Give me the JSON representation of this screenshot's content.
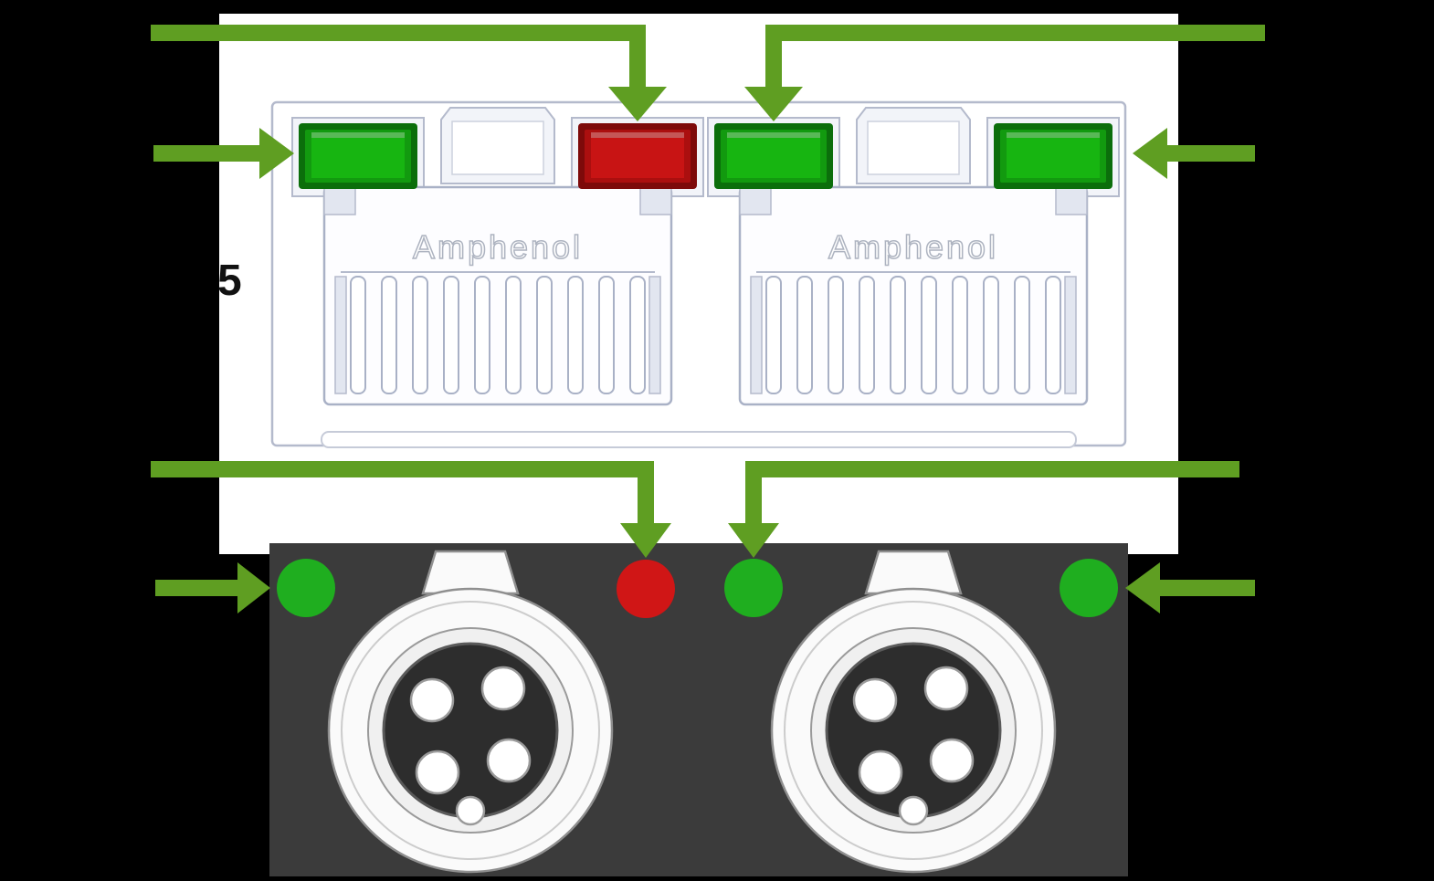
{
  "colors": {
    "background": "#000000",
    "panel_white": "#ffffff",
    "panel_dark": "#3b3b3b",
    "arrow": "#5f9e22",
    "led_green": "#17b511",
    "led_green_dark": "#0b6e0b",
    "led_red": "#c81414",
    "led_red_dark": "#7d0a0a",
    "dot_green": "#1fae1f",
    "dot_red": "#d01616",
    "drawing_line": "#aab2c6"
  },
  "diagram": {
    "partial_label": "5",
    "jacks": [
      {
        "brand": "Amphenol",
        "led_left": "green",
        "led_right": "red"
      },
      {
        "brand": "Amphenol",
        "led_left": "green",
        "led_right": "green"
      }
    ],
    "circular_connectors": [
      {
        "pins": 4,
        "led_left": "green",
        "led_right": "red"
      },
      {
        "pins": 4,
        "led_left": "green",
        "led_right": "green"
      }
    ]
  }
}
